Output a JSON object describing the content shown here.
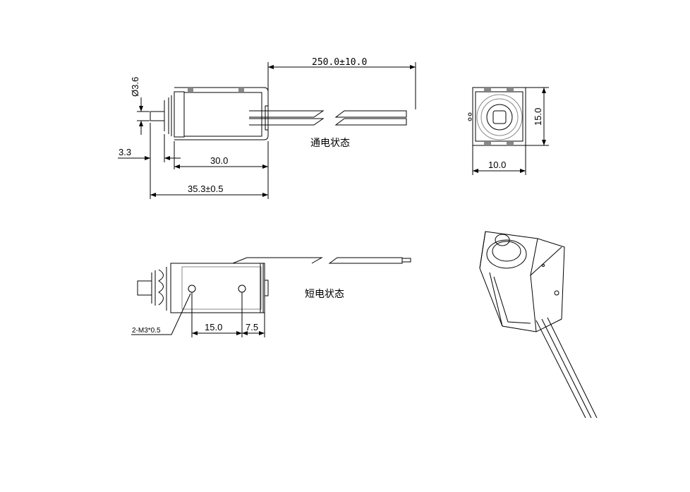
{
  "top_view": {
    "wire_length": "250.0±10.0",
    "plunger_diameter": "Ø3.6",
    "plunger_extension": "3.3",
    "body_length": "30.0",
    "total_length": "35.3±0.5",
    "state_label": "通电状态"
  },
  "end_view": {
    "width": "10.0",
    "height": "15.0"
  },
  "side_view": {
    "thread_callout": "2-M3*0.5",
    "hole_spacing": "15.0",
    "hole_offset": "7.5",
    "state_label": "短电状态"
  }
}
